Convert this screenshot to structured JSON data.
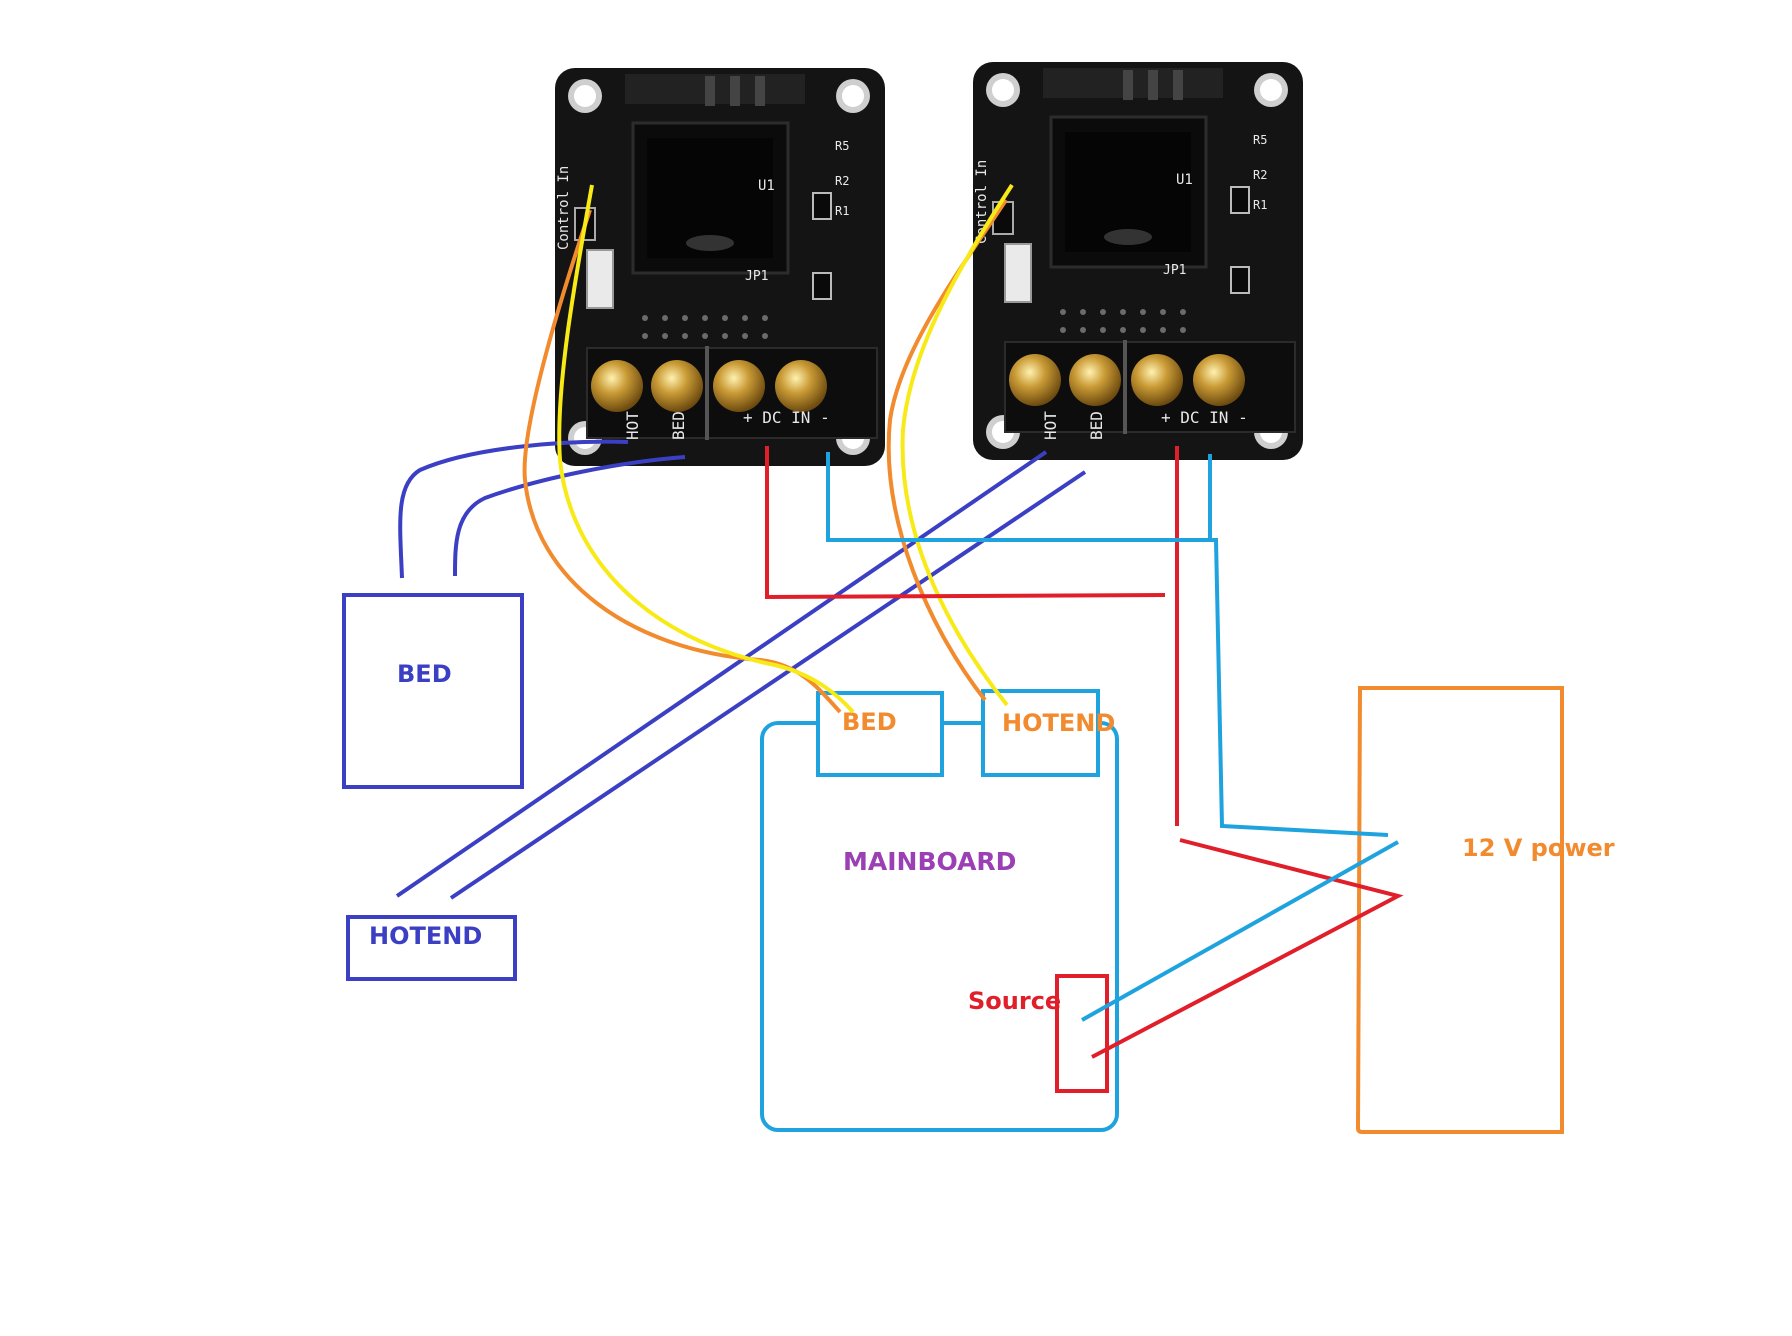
{
  "modules": [
    {
      "silkscreen": {
        "control": "Control In",
        "hot": "HOT",
        "bed": "BED",
        "dc_in": "+ DC IN -",
        "u": "U1",
        "jp": "JP1",
        "r": [
          "R5",
          "R2",
          "R1"
        ]
      }
    },
    {
      "silkscreen": {
        "control": "Control In",
        "hot": "HOT",
        "bed": "BED",
        "dc_in": "+ DC IN -",
        "u": "U1",
        "jp": "JP1",
        "r": [
          "R5",
          "R2",
          "R1"
        ]
      }
    }
  ],
  "labels": {
    "bed_box": "BED",
    "hotend_box": "HOTEND",
    "mainboard_bed": "BED",
    "mainboard_hotend": "HOTEND",
    "mainboard": "MAINBOARD",
    "source": "Source",
    "power": "12 V power"
  },
  "colors": {
    "blue_wire": "#3b3fc4",
    "cyan_wire": "#1fa3de",
    "red_wire": "#e01f2b",
    "orange_wire": "#f28a2e",
    "yellow_wire": "#f7ea16",
    "mainboard_label": "#9b3fb5",
    "source_label": "#e01f2b",
    "power_label": "#f28a2e",
    "pcb": "#141414"
  }
}
